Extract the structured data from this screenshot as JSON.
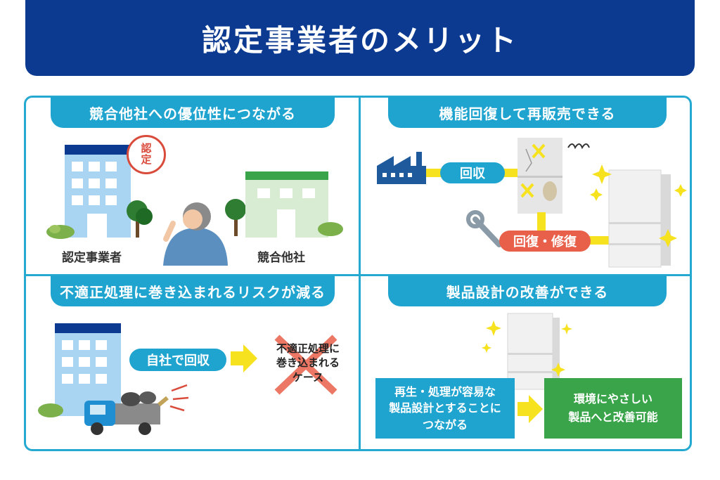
{
  "header": {
    "title": "認定事業者のメリット"
  },
  "quadrants": [
    {
      "title": "競合他社への優位性につながる",
      "stamp": [
        "認",
        "定"
      ],
      "label_left": "認定事業者",
      "label_right": "競合他社"
    },
    {
      "title": "機能回復して再販売できる",
      "pill_collect": "回収",
      "pill_repair": "回復・修復"
    },
    {
      "title": "不適正処理に巻き込まれるリスクが減る",
      "pill_self": "自社で回収",
      "crossed_lines": [
        "不適正処理に",
        "巻き込まれる",
        "ケース"
      ]
    },
    {
      "title": "製品設計の改善ができる",
      "blue_box_lines": [
        "再生・処理が容易な",
        "製品設計とすることに",
        "つながる"
      ],
      "green_box_lines": [
        "環境にやさしい",
        "製品へと改善可能"
      ]
    }
  ],
  "colors": {
    "header": "#0d3a91",
    "accent": "#1fa4cf",
    "green": "#3aa44a",
    "red": "#d94c3c",
    "arrow": "#f6e21e"
  }
}
